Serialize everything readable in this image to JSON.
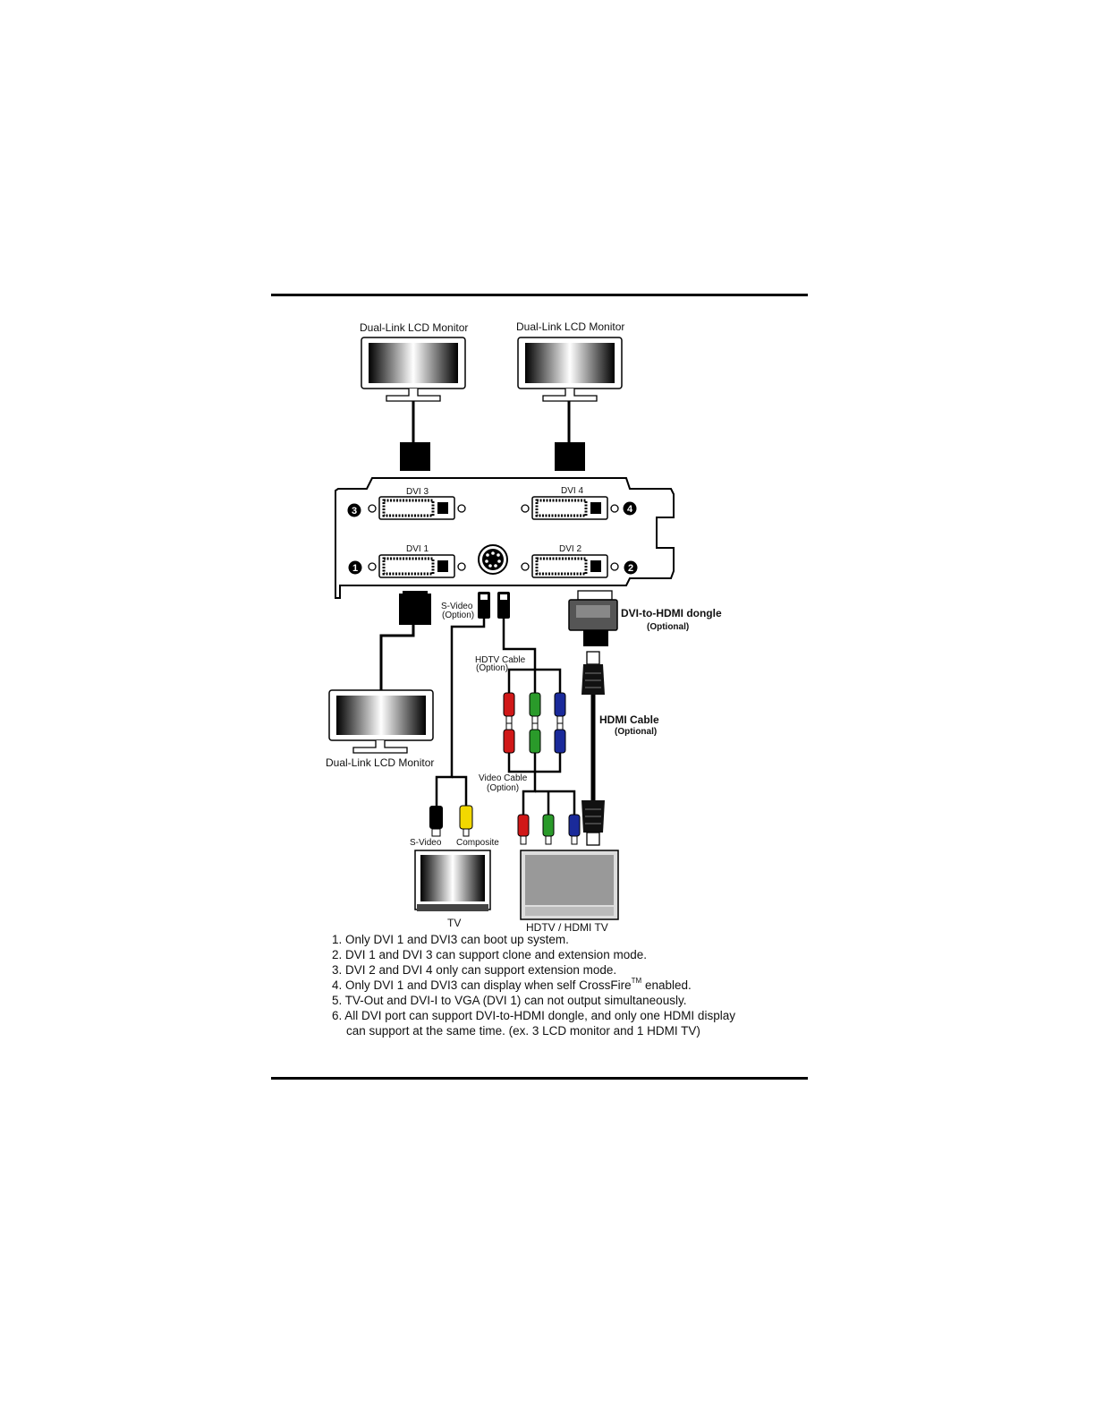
{
  "labels": {
    "monitor_top_left": "Dual-Link LCD Monitor",
    "monitor_top_right": "Dual-Link LCD Monitor",
    "monitor_bottom_left": "Dual-Link LCD Monitor",
    "dvi3": "DVI 3",
    "dvi4": "DVI 4",
    "dvi1": "DVI 1",
    "dvi2": "DVI 2",
    "badge1": "1",
    "badge2": "2",
    "badge3": "3",
    "badge4": "4",
    "svideo_option_1": "S-Video",
    "svideo_option_2": "(Option)",
    "hdtv_cable_1": "HDTV Cable",
    "hdtv_cable_2": "(Option)",
    "video_cable_1": "Video Cable",
    "video_cable_2": "(Option)",
    "dongle_1": "DVI-to-HDMI dongle",
    "dongle_2": "(Optional)",
    "hdmi_cable_1": "HDMI Cable",
    "hdmi_cable_2": "(Optional)",
    "svideo_plug": "S-Video",
    "composite_plug": "Composite",
    "tv": "TV",
    "hdtv": "HDTV / HDMI  TV"
  },
  "notes": {
    "n1": "1. Only DVI 1 and DVI3 can boot up system.",
    "n2": "2. DVI 1 and DVI 3 can support clone and extension mode.",
    "n3": "3. DVI 2 and DVI 4 only can support extension mode.",
    "n4a": "4. Only DVI 1 and DVI3 can display when self CrossFire",
    "n4tm": "TM",
    "n4b": "enabled.",
    "n5": "5. TV-Out and DVI-I to VGA (DVI 1) can not output simultaneously.",
    "n6a": "6. All DVI port can support DVI-to-HDMI dongle, and only one HDMI display",
    "n6b": "can support at the same time. (ex. 3 LCD monitor and 1 HDMI TV)"
  },
  "colors": {
    "red_plug": "#d01818",
    "green_plug": "#2a9a2a",
    "blue_plug": "#1a2a9a",
    "yellow_plug": "#f2d800"
  }
}
